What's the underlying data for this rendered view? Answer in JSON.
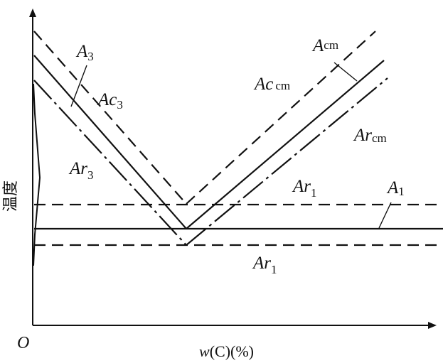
{
  "axes": {
    "origin_label": "O",
    "x_label_var": "w",
    "x_label_rest": "(C)(%)",
    "y_label": "温度"
  },
  "labels": {
    "A3_main": "A",
    "A3_sub": "3",
    "Ac3_main": "Ac",
    "Ac3_sub": "3",
    "Ar3_main": "Ar",
    "Ar3_sub": "3",
    "Acm_main": "A",
    "Acm_sub": "cm",
    "Accm_main": "Ac",
    "Accm_sub": "cm",
    "Arcm_main": "Ar",
    "Arcm_sub": "cm",
    "Ar1_upper_main": "Ar",
    "Ar1_upper_sub": "1",
    "A1_main": "A",
    "A1_sub": "1",
    "Ar1_lower_main": "Ar",
    "Ar1_lower_sub": "1"
  },
  "line_styles": {
    "equilibrium": "solid",
    "heating": "dashed",
    "cooling": "dash-dot"
  },
  "colors": {
    "ink": "#111111",
    "background": "#ffffff"
  }
}
